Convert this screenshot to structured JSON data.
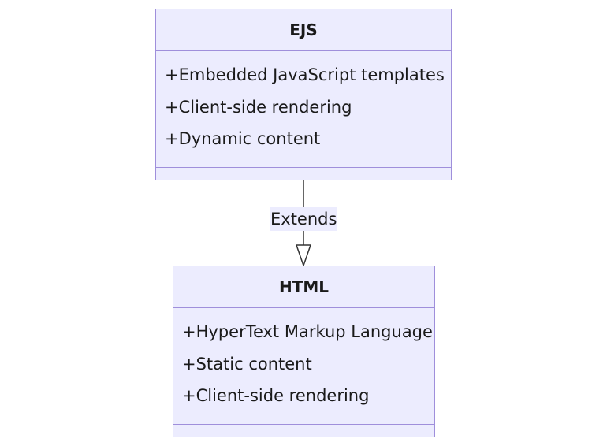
{
  "diagram": {
    "classes": [
      {
        "name": "EJS",
        "attributes": [
          "+Embedded JavaScript templates",
          "+Client-side rendering",
          "+Dynamic content"
        ]
      },
      {
        "name": "HTML",
        "attributes": [
          "+HyperText Markup Language",
          "+Static content",
          "+Client-side rendering"
        ]
      }
    ],
    "relation": {
      "label": "Extends",
      "type": "inheritance"
    }
  },
  "colors": {
    "box_fill": "#ececfe",
    "box_border": "#9f8fdb",
    "line": "#333333"
  }
}
